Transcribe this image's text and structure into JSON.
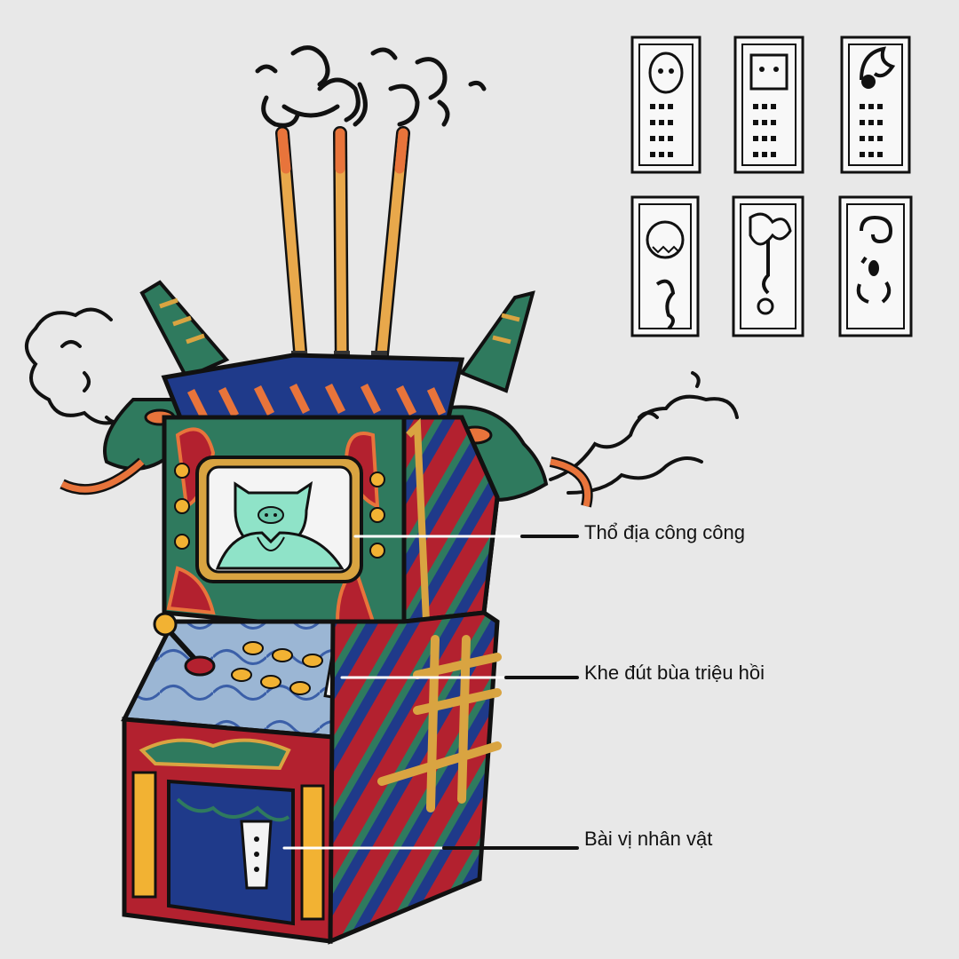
{
  "labels": [
    {
      "text": "Thổ địa công công"
    },
    {
      "text": "Khe đút bùa triệu hồi"
    },
    {
      "text": "Bài vị nhân vật"
    }
  ],
  "colors": {
    "background": "#e8e8e8",
    "navy": "#1f3a8a",
    "crimson": "#b3212f",
    "teal_green": "#2f7a5e",
    "gold": "#d9a441",
    "orange": "#e8743b",
    "screen_mint": "#8fe3c8",
    "ink": "#111111"
  },
  "icons": [
    "incense-stick-icon",
    "smoke-cloud-icon",
    "dragon-head-icon",
    "joystick-icon",
    "arcade-button-icon",
    "talisman-card-icon"
  ]
}
